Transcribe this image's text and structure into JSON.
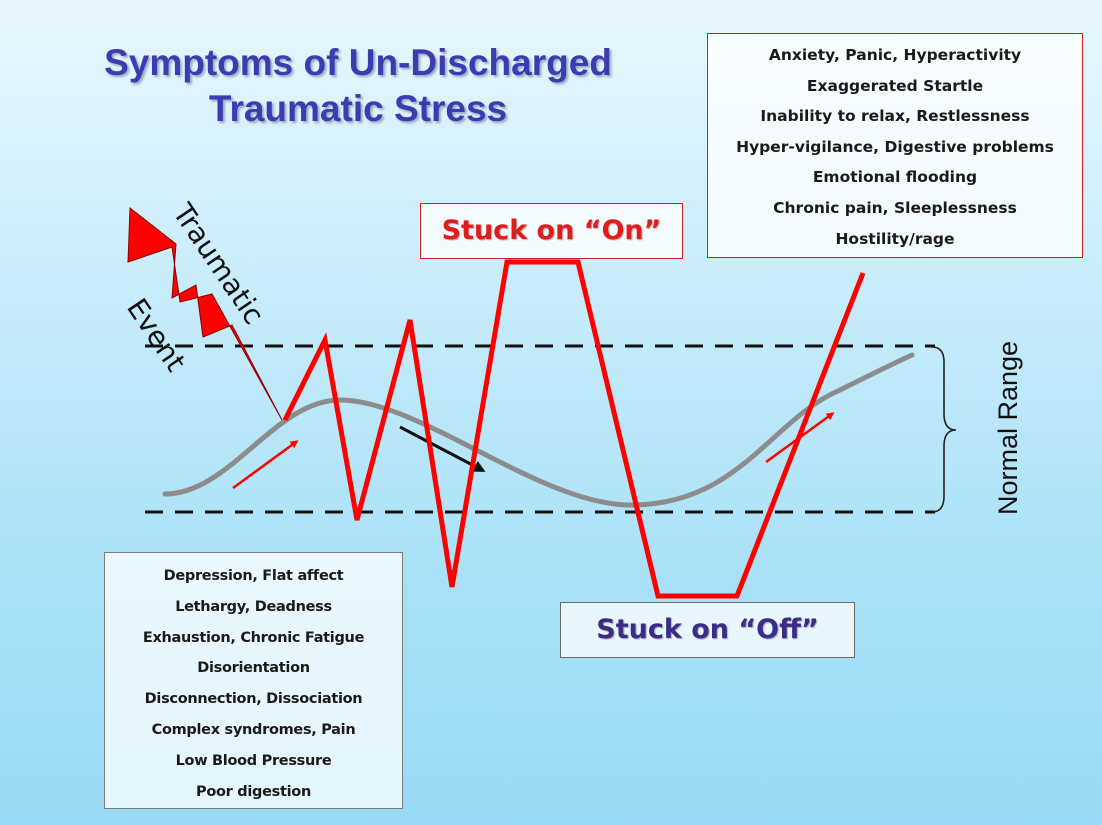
{
  "title": {
    "line1": "Symptoms of Un-Discharged",
    "line2": "Traumatic Stress"
  },
  "stuck_on": {
    "label": "Stuck on “On”",
    "symptoms": [
      "Anxiety, Panic, Hyperactivity",
      "Exaggerated Startle",
      "Inability to relax, Restlessness",
      "Hyper-vigilance, Digestive problems",
      "Emotional flooding",
      "Chronic pain,  Sleeplessness",
      "Hostility/rage"
    ]
  },
  "stuck_off": {
    "label": "Stuck on “Off”",
    "symptoms": [
      "Depression, Flat affect",
      "Lethargy, Deadness",
      "Exhaustion, Chronic Fatigue",
      "Disorientation",
      "Disconnection, Dissociation",
      "Complex syndromes, Pain",
      "Low Blood Pressure",
      "Poor digestion"
    ]
  },
  "event": {
    "word1": "Traumatic",
    "word2": "Event"
  },
  "range_label": "Normal Range",
  "colors": {
    "title": "#3d3bb0",
    "trauma_line": "#ff0000",
    "normal_wave": "#8c8c8c",
    "on_label": "#e01d1d",
    "off_label": "#3c2c88",
    "bolt": "#ff0000"
  }
}
